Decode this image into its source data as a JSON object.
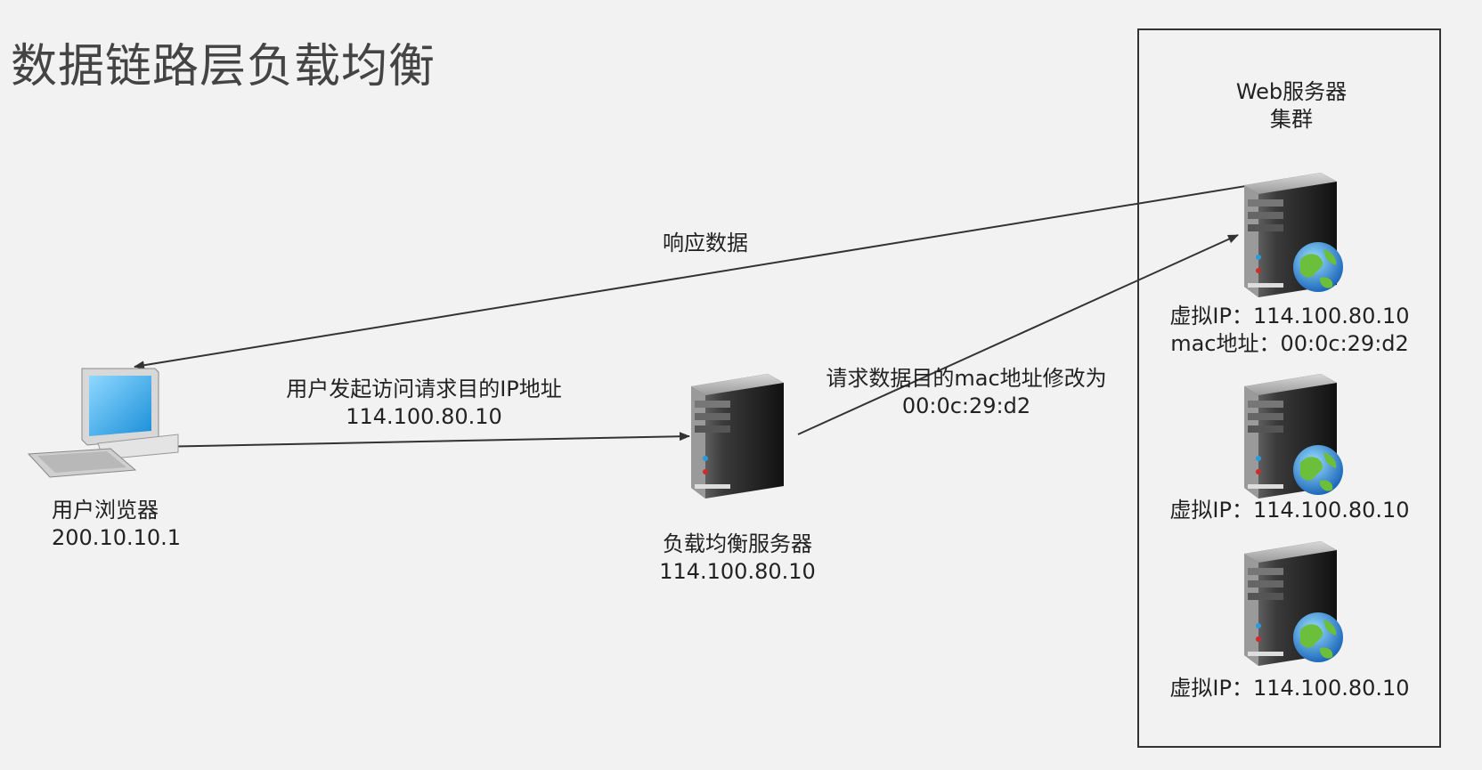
{
  "title": "数据链路层负载均衡",
  "client": {
    "name": "用户浏览器",
    "ip": "200.10.10.1"
  },
  "load_balancer": {
    "name": "负载均衡服务器",
    "ip": "114.100.80.10"
  },
  "cluster": {
    "title_line1": "Web服务器",
    "title_line2": "集群",
    "servers": [
      {
        "vip": "虚拟IP：114.100.80.10",
        "mac": "mac地址：00:0c:29:d2"
      },
      {
        "vip": "虚拟IP：114.100.80.10"
      },
      {
        "vip": "虚拟IP：114.100.80.10"
      }
    ]
  },
  "edges": {
    "request": {
      "line1": "用户发起访问请求目的IP地址",
      "line2": "114.100.80.10"
    },
    "rewrite": {
      "line1": "请求数据目的mac地址修改为",
      "line2": "00:0c:29:d2"
    },
    "response": {
      "line1": "响应数据"
    }
  },
  "colors": {
    "background": "#f2f2f2",
    "line": "#333333",
    "server_body": "#2b2b2b",
    "globe_blue": "#1f7fd1",
    "globe_green": "#6bbf3a",
    "monitor_screen": "#35a7e6"
  },
  "icons": [
    "computer-icon",
    "server-icon",
    "globe-icon"
  ]
}
